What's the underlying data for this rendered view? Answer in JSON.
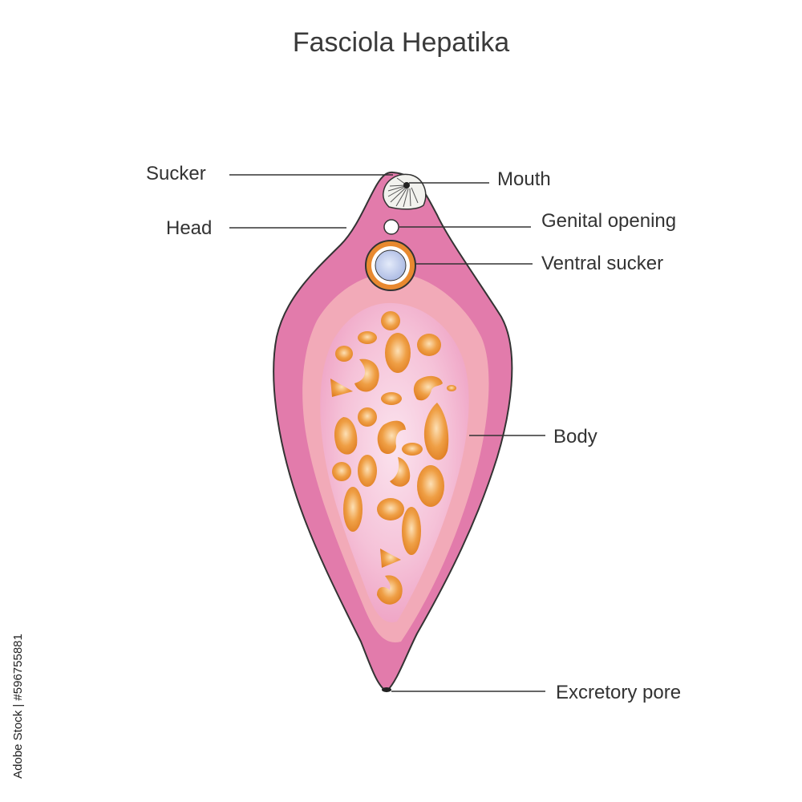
{
  "title": "Fasciola Hepatika",
  "labels": {
    "sucker": "Sucker",
    "head": "Head",
    "mouth": "Mouth",
    "genital_opening": "Genital opening",
    "ventral_sucker": "Ventral sucker",
    "body": "Body",
    "excretory_pore": "Excretory pore"
  },
  "stock_id": "Adobe Stock | #596755881",
  "colors": {
    "body_outer": "#e27bab",
    "body_mid": "#f2aab8",
    "body_inner": "#f7c4d9",
    "gland": "#ec9b3f",
    "ventral_ring": "#e8892f",
    "ventral_center": "#b8c6ea",
    "outline": "#333333"
  }
}
